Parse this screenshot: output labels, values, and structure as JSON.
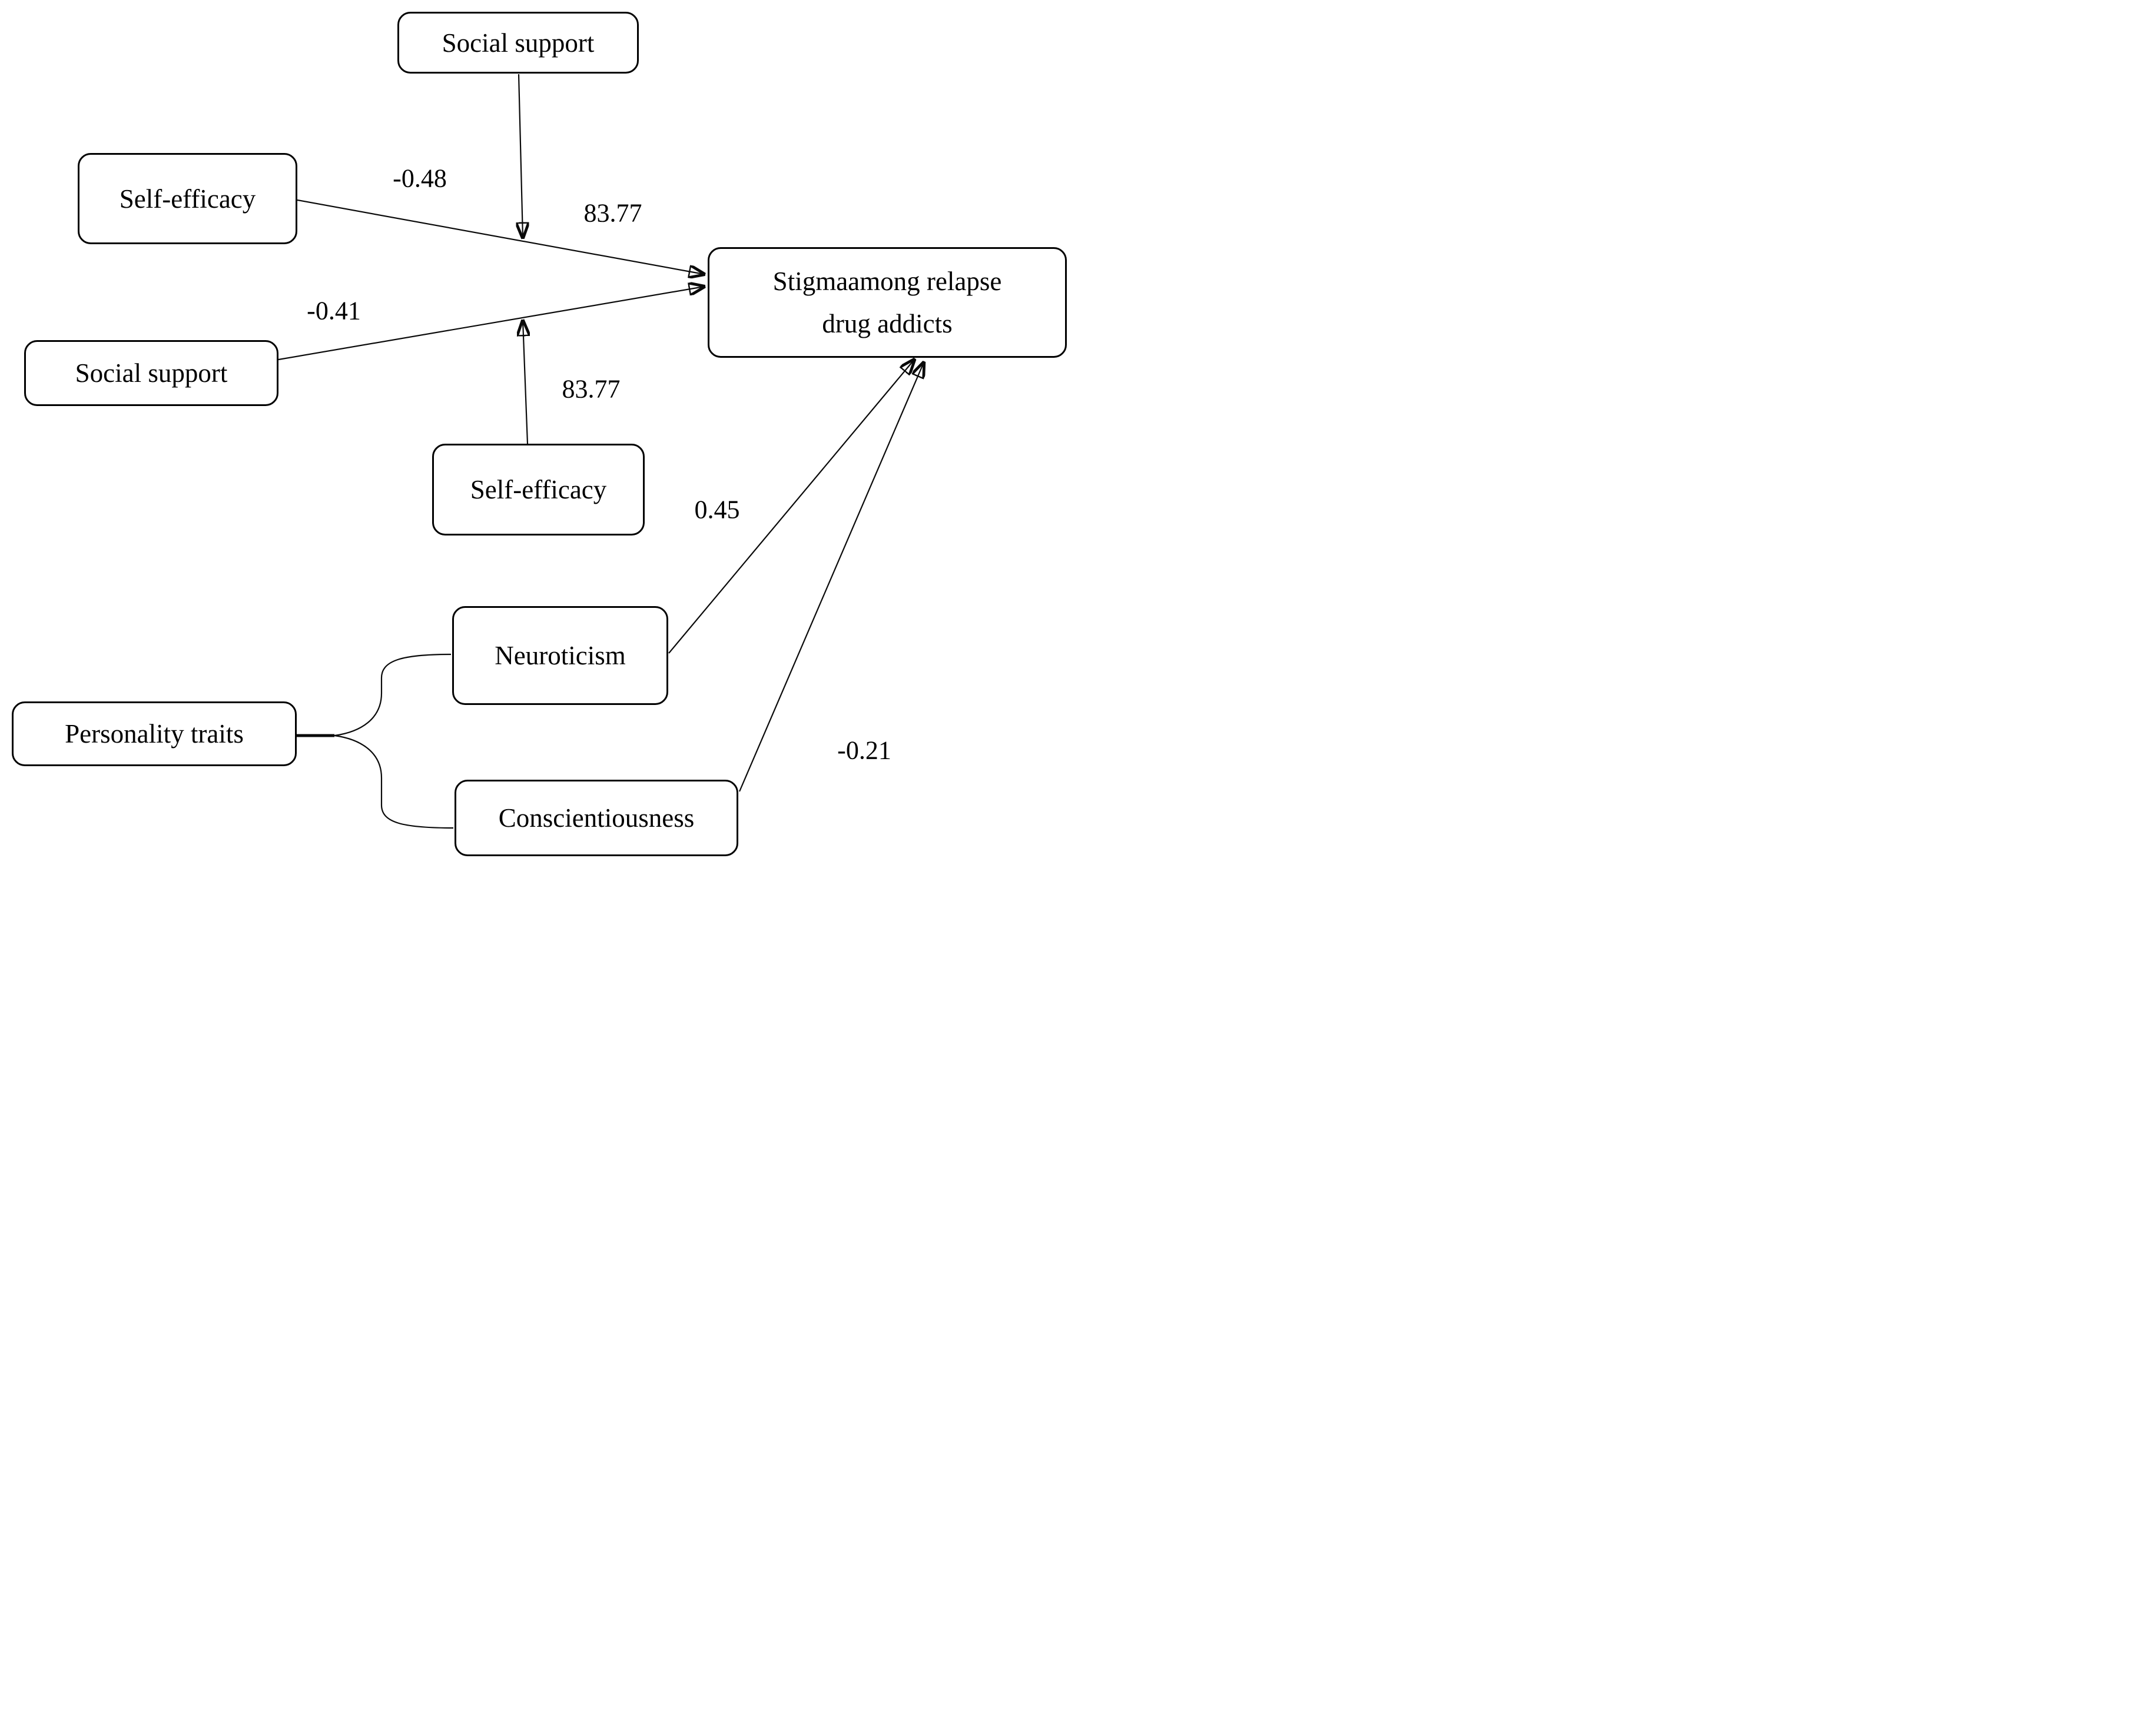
{
  "figure": {
    "type": "structural-path-diagram",
    "background_color": "#ffffff",
    "line_color": "#000000",
    "nodes": [
      {
        "id": "social-support-top",
        "label": "Social support"
      },
      {
        "id": "self-efficacy-left",
        "label": "Self-efficacy"
      },
      {
        "id": "social-support-mid",
        "label": "Social support"
      },
      {
        "id": "self-efficacy-mid",
        "label": "Self-efficacy"
      },
      {
        "id": "stigma-outcome",
        "label": "Stigmaamong relapse\ndrug addicts"
      },
      {
        "id": "neuroticism",
        "label": "Neuroticism"
      },
      {
        "id": "personality-traits",
        "label": "Personality traits"
      },
      {
        "id": "conscientiousness",
        "label": "Conscientiousness"
      }
    ],
    "edges": [
      {
        "id": "self-efficacy-to-stigma",
        "from": "self-efficacy-left",
        "to": "stigma-outcome",
        "type": "direct",
        "label": "-0.48"
      },
      {
        "id": "social-support-top-moderation",
        "from": "social-support-top",
        "to": "self-efficacy-to-stigma",
        "type": "moderation",
        "label": "83.77"
      },
      {
        "id": "social-support-to-stigma",
        "from": "social-support-mid",
        "to": "stigma-outcome",
        "type": "direct",
        "label": "-0.41"
      },
      {
        "id": "self-efficacy-mid-moderation",
        "from": "self-efficacy-mid",
        "to": "social-support-to-stigma",
        "type": "moderation",
        "label": "83.77"
      },
      {
        "id": "neuroticism-to-stigma",
        "from": "neuroticism",
        "to": "stigma-outcome",
        "type": "direct",
        "label": "0.45"
      },
      {
        "id": "conscientiousness-to-stigma",
        "from": "conscientiousness",
        "to": "stigma-outcome",
        "type": "direct",
        "label": "-0.21"
      },
      {
        "id": "personality-to-neuroticism",
        "from": "personality-traits",
        "to": "neuroticism",
        "type": "grouping",
        "label": ""
      },
      {
        "id": "personality-to-conscientiousness",
        "from": "personality-traits",
        "to": "conscientiousness",
        "type": "grouping",
        "label": ""
      }
    ]
  }
}
